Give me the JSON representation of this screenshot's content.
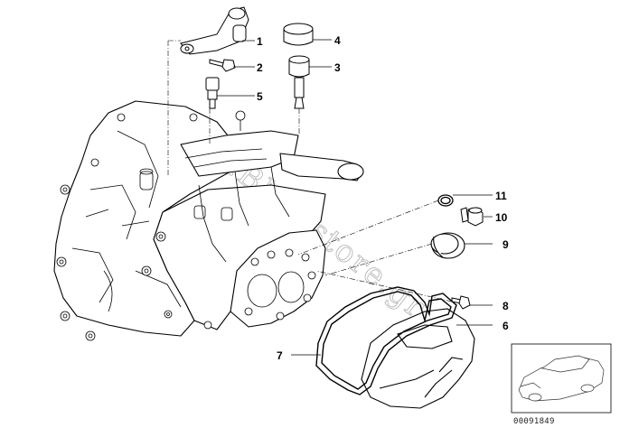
{
  "watermark": "www.BMWstore.gr",
  "catalog_number": "00091849",
  "callouts": [
    "1",
    "2",
    "3",
    "4",
    "5",
    "6",
    "7",
    "8",
    "9",
    "10",
    "11"
  ]
}
